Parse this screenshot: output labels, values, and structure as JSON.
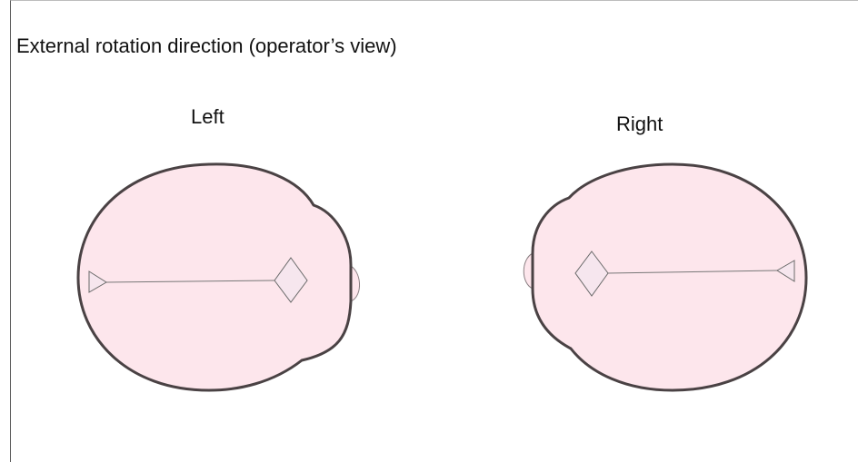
{
  "title": "External rotation direction (operator’s view)",
  "heads": {
    "left": {
      "label": "Left"
    },
    "right": {
      "label": "Right"
    }
  },
  "colors": {
    "head_fill": "#fde6ec",
    "head_outline": "#4a4244",
    "marker_fill": "#f6e6ee",
    "marker_stroke": "#6a6a6a",
    "frame": "#5a5a5a"
  }
}
